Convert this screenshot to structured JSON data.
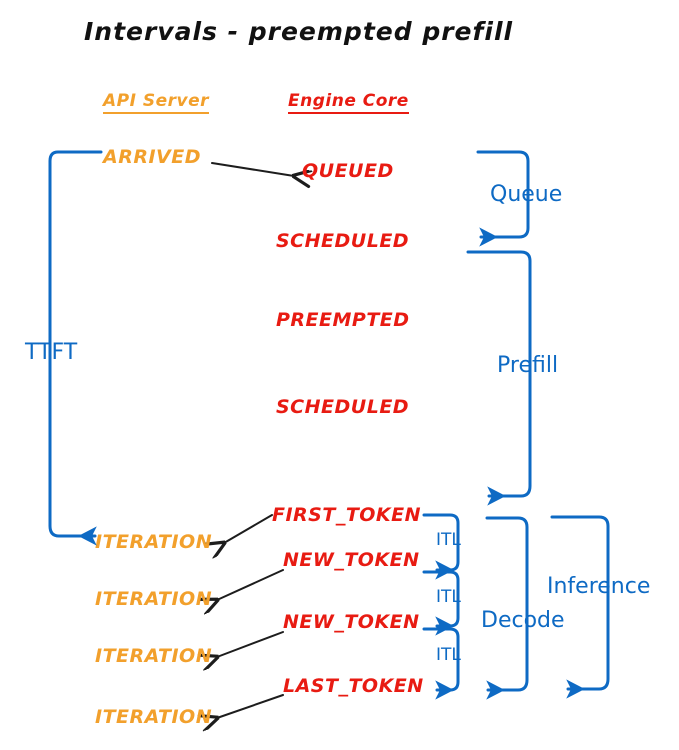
{
  "title": "Intervals - preempted prefill",
  "colors": {
    "api_server": "#F2A02C",
    "engine_core": "#E81B12",
    "interval_blue": "#0E6AC4",
    "arrow_black": "#1d1d1d",
    "background": "#FFFFFF"
  },
  "columns": {
    "api_server": "API Server",
    "engine_core": "Engine Core"
  },
  "api_events": [
    {
      "label": "ARRIVED"
    },
    {
      "label": "ITERATION"
    },
    {
      "label": "ITERATION"
    },
    {
      "label": "ITERATION"
    },
    {
      "label": "ITERATION"
    }
  ],
  "engine_events": [
    {
      "label": "QUEUED"
    },
    {
      "label": "SCHEDULED"
    },
    {
      "label": "PREEMPTED"
    },
    {
      "label": "SCHEDULED"
    },
    {
      "label": "FIRST_TOKEN"
    },
    {
      "label": "NEW_TOKEN"
    },
    {
      "label": "NEW_TOKEN"
    },
    {
      "label": "LAST_TOKEN"
    }
  ],
  "intervals": [
    {
      "label": "TTFT"
    },
    {
      "label": "Queue"
    },
    {
      "label": "Prefill"
    },
    {
      "label": "ITL"
    },
    {
      "label": "ITL"
    },
    {
      "label": "ITL"
    },
    {
      "label": "Decode"
    },
    {
      "label": "Inference"
    }
  ]
}
